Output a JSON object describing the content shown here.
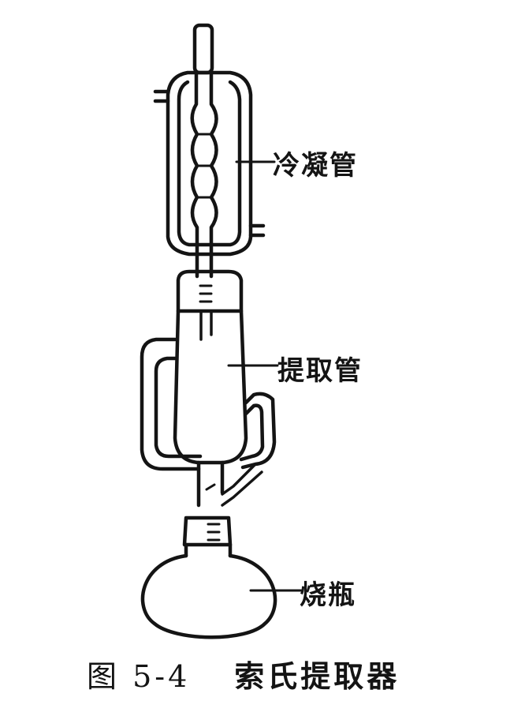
{
  "labels": {
    "condenser": "冷凝管",
    "extractor": "提取管",
    "flask": "烧瓶"
  },
  "caption": {
    "figure_number": "图 5-4",
    "title": "索氏提取器"
  },
  "colors": {
    "ink": "#141414",
    "background": "#ffffff"
  }
}
